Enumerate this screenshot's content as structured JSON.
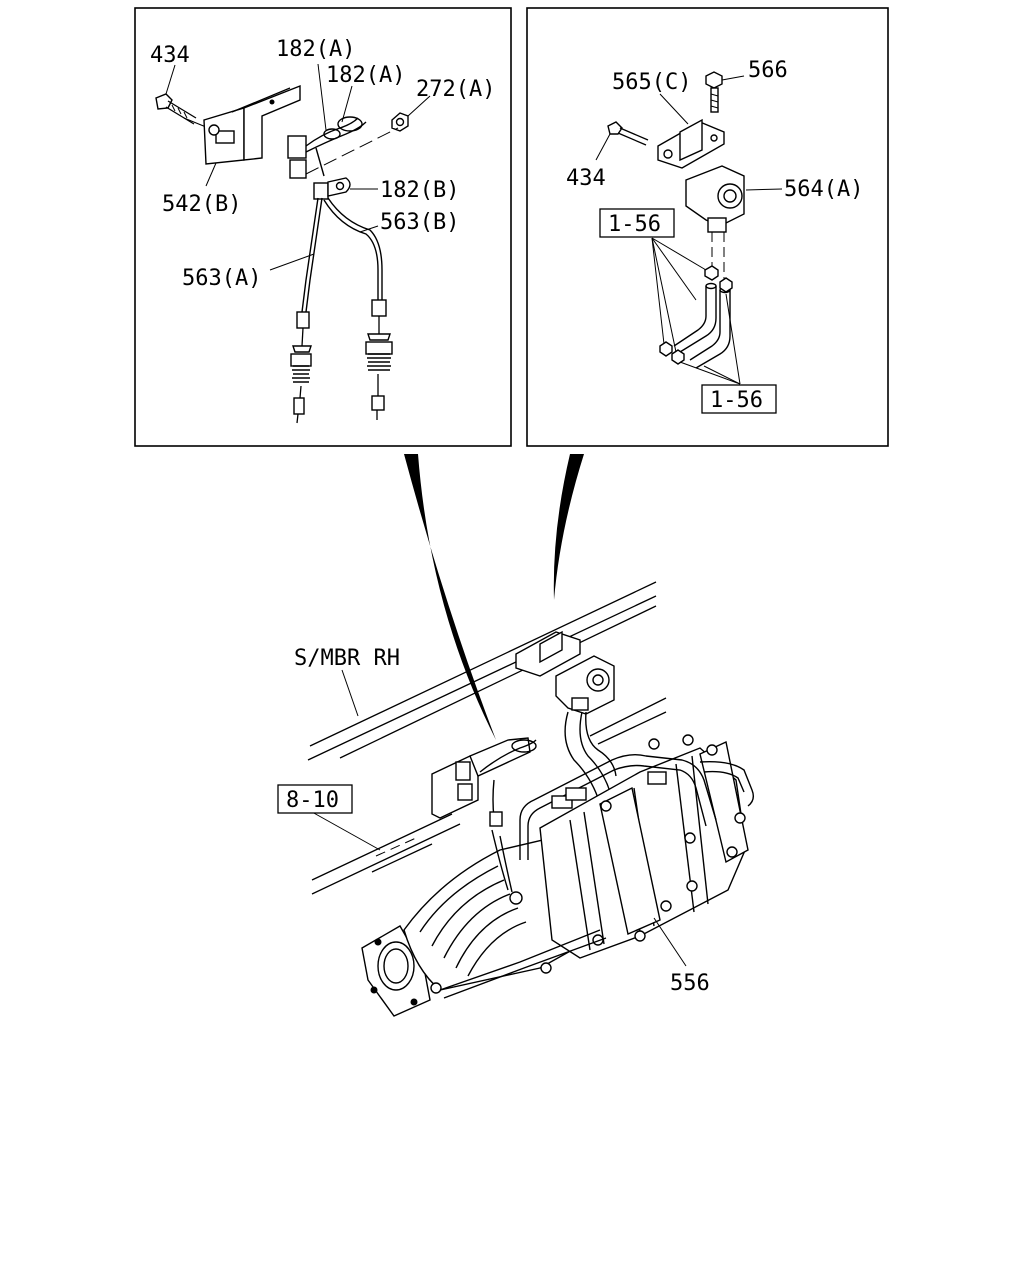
{
  "labels": {
    "l434_left": "434",
    "l182a_1": "182(A)",
    "l182a_2": "182(A)",
    "l272a": "272(A)",
    "l542b": "542(B)",
    "l182b": "182(B)",
    "l563b": "563(B)",
    "l563a": "563(A)",
    "l565c": "565(C)",
    "l566": "566",
    "l434_right": "434",
    "l564a": "564(A)",
    "ref156_top": "1-56",
    "ref156_bottom": "1-56",
    "smbr": "S/MBR RH",
    "ref810": "8-10",
    "l556": "556"
  }
}
